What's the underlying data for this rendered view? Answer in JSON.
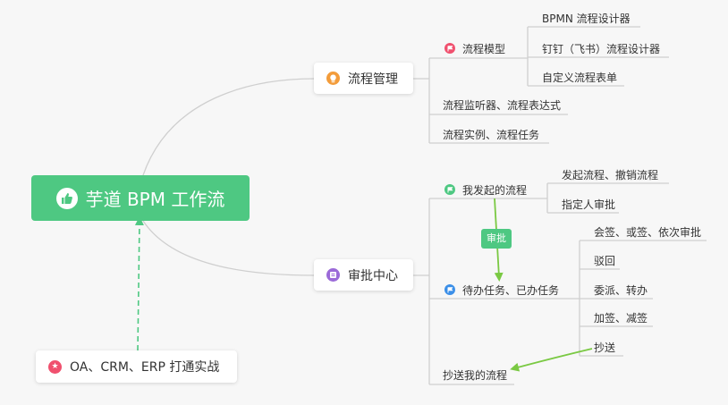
{
  "root": {
    "label": "芋道 BPM 工作流",
    "icon": "thumbs-up-icon"
  },
  "source_card": {
    "label": "OA、CRM、ERP 打通实战",
    "icon": "star-icon",
    "icon_color": "#f0506e"
  },
  "branches": {
    "process": {
      "label": "流程管理",
      "icon": "bulb-icon",
      "icon_color": "#f39c3a",
      "model": {
        "label": "流程模型",
        "icon": "flag-icon",
        "icon_color": "#f0506e",
        "children": [
          "BPMN 流程设计器",
          "钉钉（飞书）流程设计器",
          "自定义流程表单"
        ]
      },
      "items": [
        "流程监听器、流程表达式",
        "流程实例、流程任务"
      ]
    },
    "approval": {
      "label": "审批中心",
      "icon": "form-icon",
      "icon_color": "#9b6ad8",
      "mine": {
        "label": "我发起的流程",
        "icon": "flag-icon",
        "icon_color": "#4ec882",
        "children": [
          "发起流程、撤销流程",
          "指定人审批"
        ]
      },
      "badge": "审批",
      "todo": {
        "label": "待办任务、已办任务",
        "icon": "flag-icon",
        "icon_color": "#3b8fe8",
        "children": [
          "会签、或签、依次审批",
          "驳回",
          "委派、转办",
          "加签、减签",
          "抄送"
        ]
      },
      "cc": "抄送我的流程"
    }
  },
  "colors": {
    "accent": "#4ec882",
    "line": "#cfcfcf",
    "arrow": "#7ac943"
  }
}
